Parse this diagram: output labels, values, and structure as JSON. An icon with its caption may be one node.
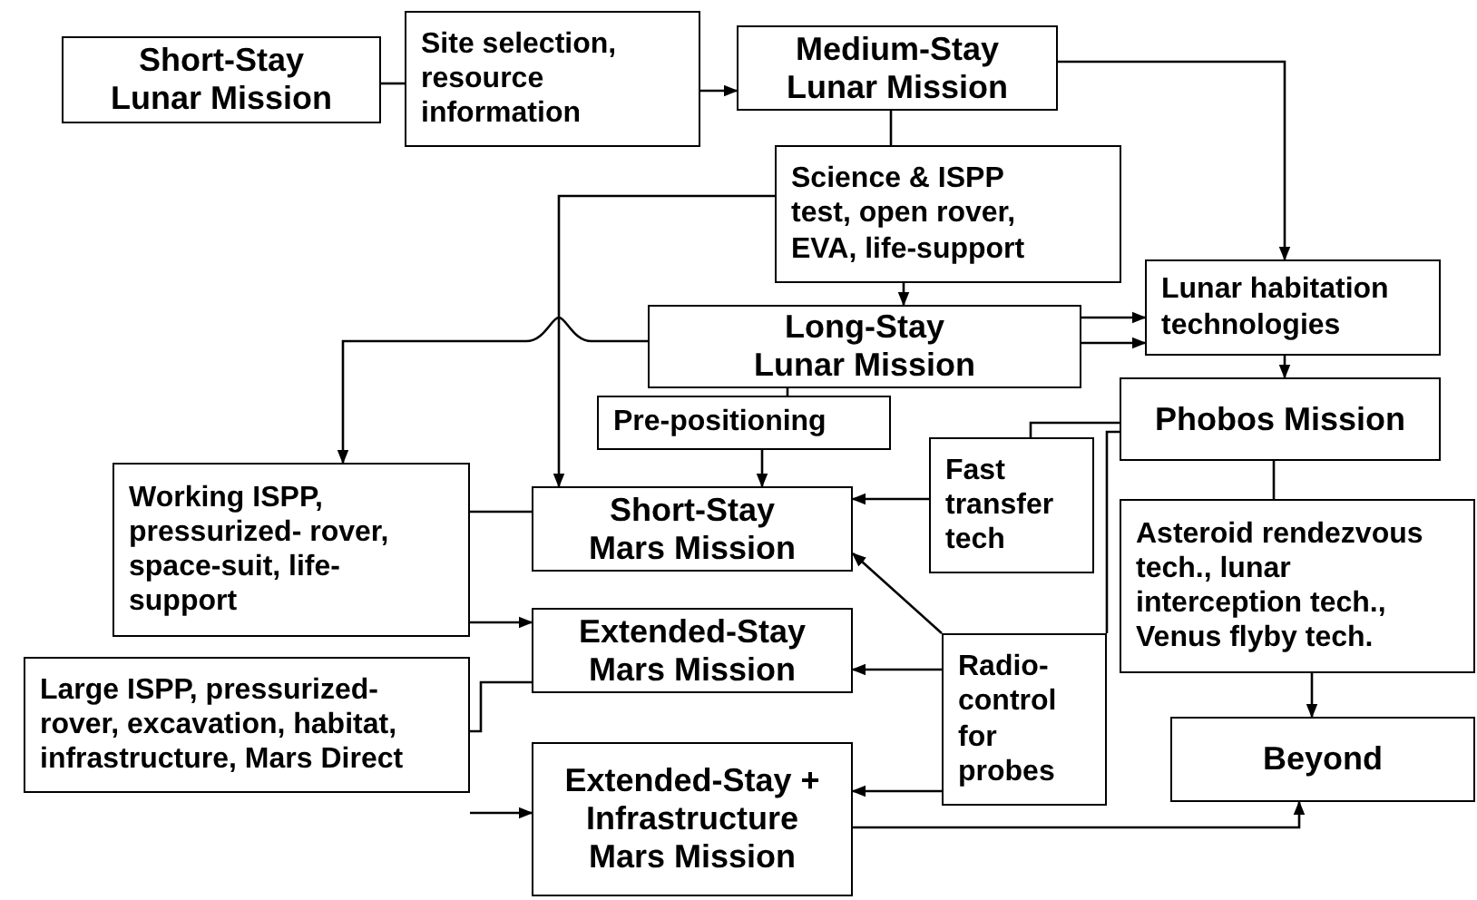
{
  "diagram": {
    "nodes": [
      {
        "text": [
          "Short-Stay Lunar Mission"
        ]
      },
      {
        "text": [
          "Site selection, resource information"
        ]
      },
      {
        "text": [
          "Medium-Stay Lunar Mission"
        ]
      },
      {
        "text": [
          "Science & ISPP test, open rover, EVA, life-support"
        ]
      },
      {
        "text": [
          "Lunar habitation technologies"
        ]
      },
      {
        "text": [
          "Long-Stay Lunar Mission"
        ]
      },
      {
        "text": [
          "Pre-positioning"
        ]
      },
      {
        "text": [
          "Phobos Mission"
        ]
      },
      {
        "text": [
          "Working ISPP, pressurized- rover, space-suit, life-support"
        ]
      },
      {
        "text": [
          "Short-Stay Mars Mission"
        ]
      },
      {
        "text": [
          "Fast transfer tech"
        ]
      },
      {
        "text": [
          "Asteroid rendezvous tech., lunar interception tech., Venus flyby tech."
        ]
      },
      {
        "text": [
          "Extended-Stay Mars Mission"
        ]
      },
      {
        "text": [
          "Large ISPP, pressurized-rover, excavation, habitat, infrastructure, Mars Direct"
        ]
      },
      {
        "text": [
          "Radio-control for probes"
        ]
      },
      {
        "text": [
          "Beyond"
        ]
      },
      {
        "text": [
          "Extended-Stay + Infrastructure Mars Mission"
        ]
      }
    ],
    "edges": [
      {
        "from": 0,
        "to": 1,
        "arrow": "none"
      },
      {
        "from": 1,
        "to": 2,
        "arrow": "to"
      },
      {
        "from": 2,
        "to": 3,
        "arrow": "none"
      },
      {
        "from": 2,
        "to": 4,
        "arrow": "to"
      },
      {
        "from": 3,
        "to": 5,
        "arrow": "to"
      },
      {
        "from": 3,
        "to": 9,
        "arrow": "to"
      },
      {
        "from": 5,
        "to": 8,
        "arrow": "to"
      },
      {
        "from": 5,
        "to": 4,
        "arrow": "to"
      },
      {
        "from": 5,
        "to": 4,
        "arrow": "to"
      },
      {
        "from": 5,
        "to": 6,
        "arrow": "none"
      },
      {
        "from": 6,
        "to": 9,
        "arrow": "to"
      },
      {
        "from": 4,
        "to": 7,
        "arrow": "to"
      },
      {
        "from": 7,
        "to": 10,
        "arrow": "none"
      },
      {
        "from": 7,
        "to": 14,
        "arrow": "none"
      },
      {
        "from": 7,
        "to": 11,
        "arrow": "none"
      },
      {
        "from": 10,
        "to": 9,
        "arrow": "to"
      },
      {
        "from": 14,
        "to": 9,
        "arrow": "to"
      },
      {
        "from": 14,
        "to": 12,
        "arrow": "to"
      },
      {
        "from": 14,
        "to": 16,
        "arrow": "to"
      },
      {
        "from": 11,
        "to": 15,
        "arrow": "to"
      },
      {
        "from": 16,
        "to": 15,
        "arrow": "to"
      },
      {
        "from": 8,
        "to": 9,
        "arrow": "none"
      },
      {
        "from": 8,
        "to": 12,
        "arrow": "to"
      },
      {
        "from": 13,
        "to": 12,
        "arrow": "none"
      },
      {
        "from": 13,
        "to": 16,
        "arrow": "to"
      }
    ]
  }
}
